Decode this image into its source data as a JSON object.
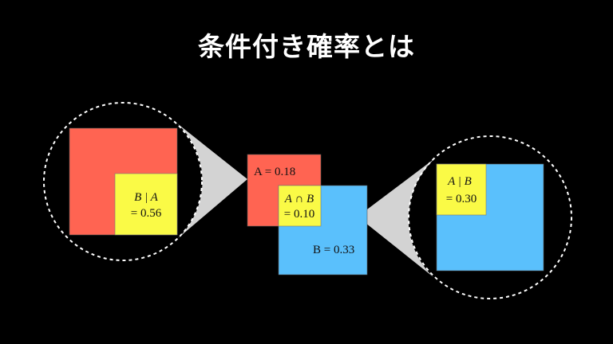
{
  "title": "条件付き確率とは",
  "colors": {
    "A": "#ff6452",
    "B": "#5ac0fc",
    "intersection": "#fafa46",
    "cone": "#d3d3d3",
    "background": "#000000"
  },
  "center": {
    "a_label": "A = 0.18",
    "intersection_label_1": "A ∩ B",
    "intersection_label_2": "= 0.10",
    "b_label": "B = 0.33"
  },
  "left_zoom": {
    "label_1": "B | A",
    "label_2": "= 0.56"
  },
  "right_zoom": {
    "label_1": "A | B",
    "label_2": "= 0.30"
  }
}
